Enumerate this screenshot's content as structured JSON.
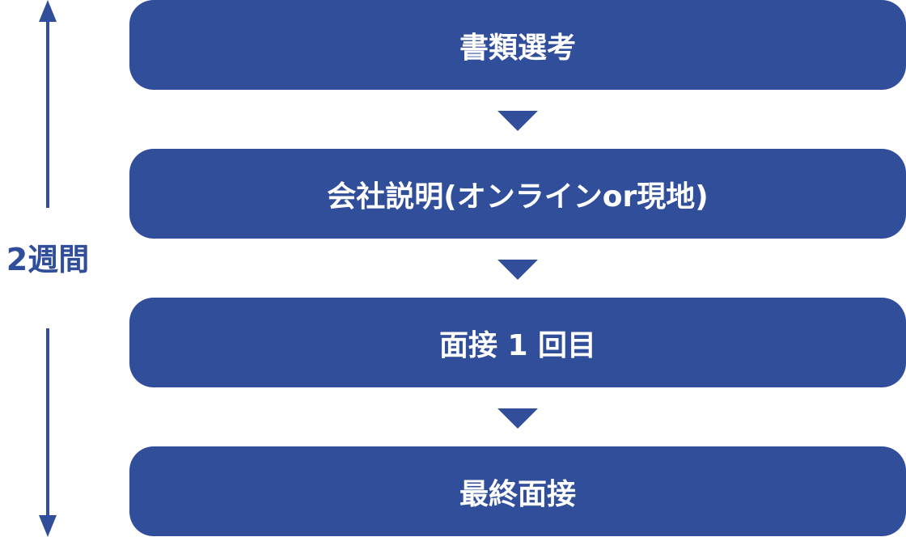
{
  "color": "#314e9b",
  "duration_label": "2週間",
  "steps": [
    {
      "label": "書類選考"
    },
    {
      "label": "会社説明(オンラインor現地)"
    },
    {
      "label": "面接 1 回目"
    },
    {
      "label": "最終面接"
    }
  ]
}
